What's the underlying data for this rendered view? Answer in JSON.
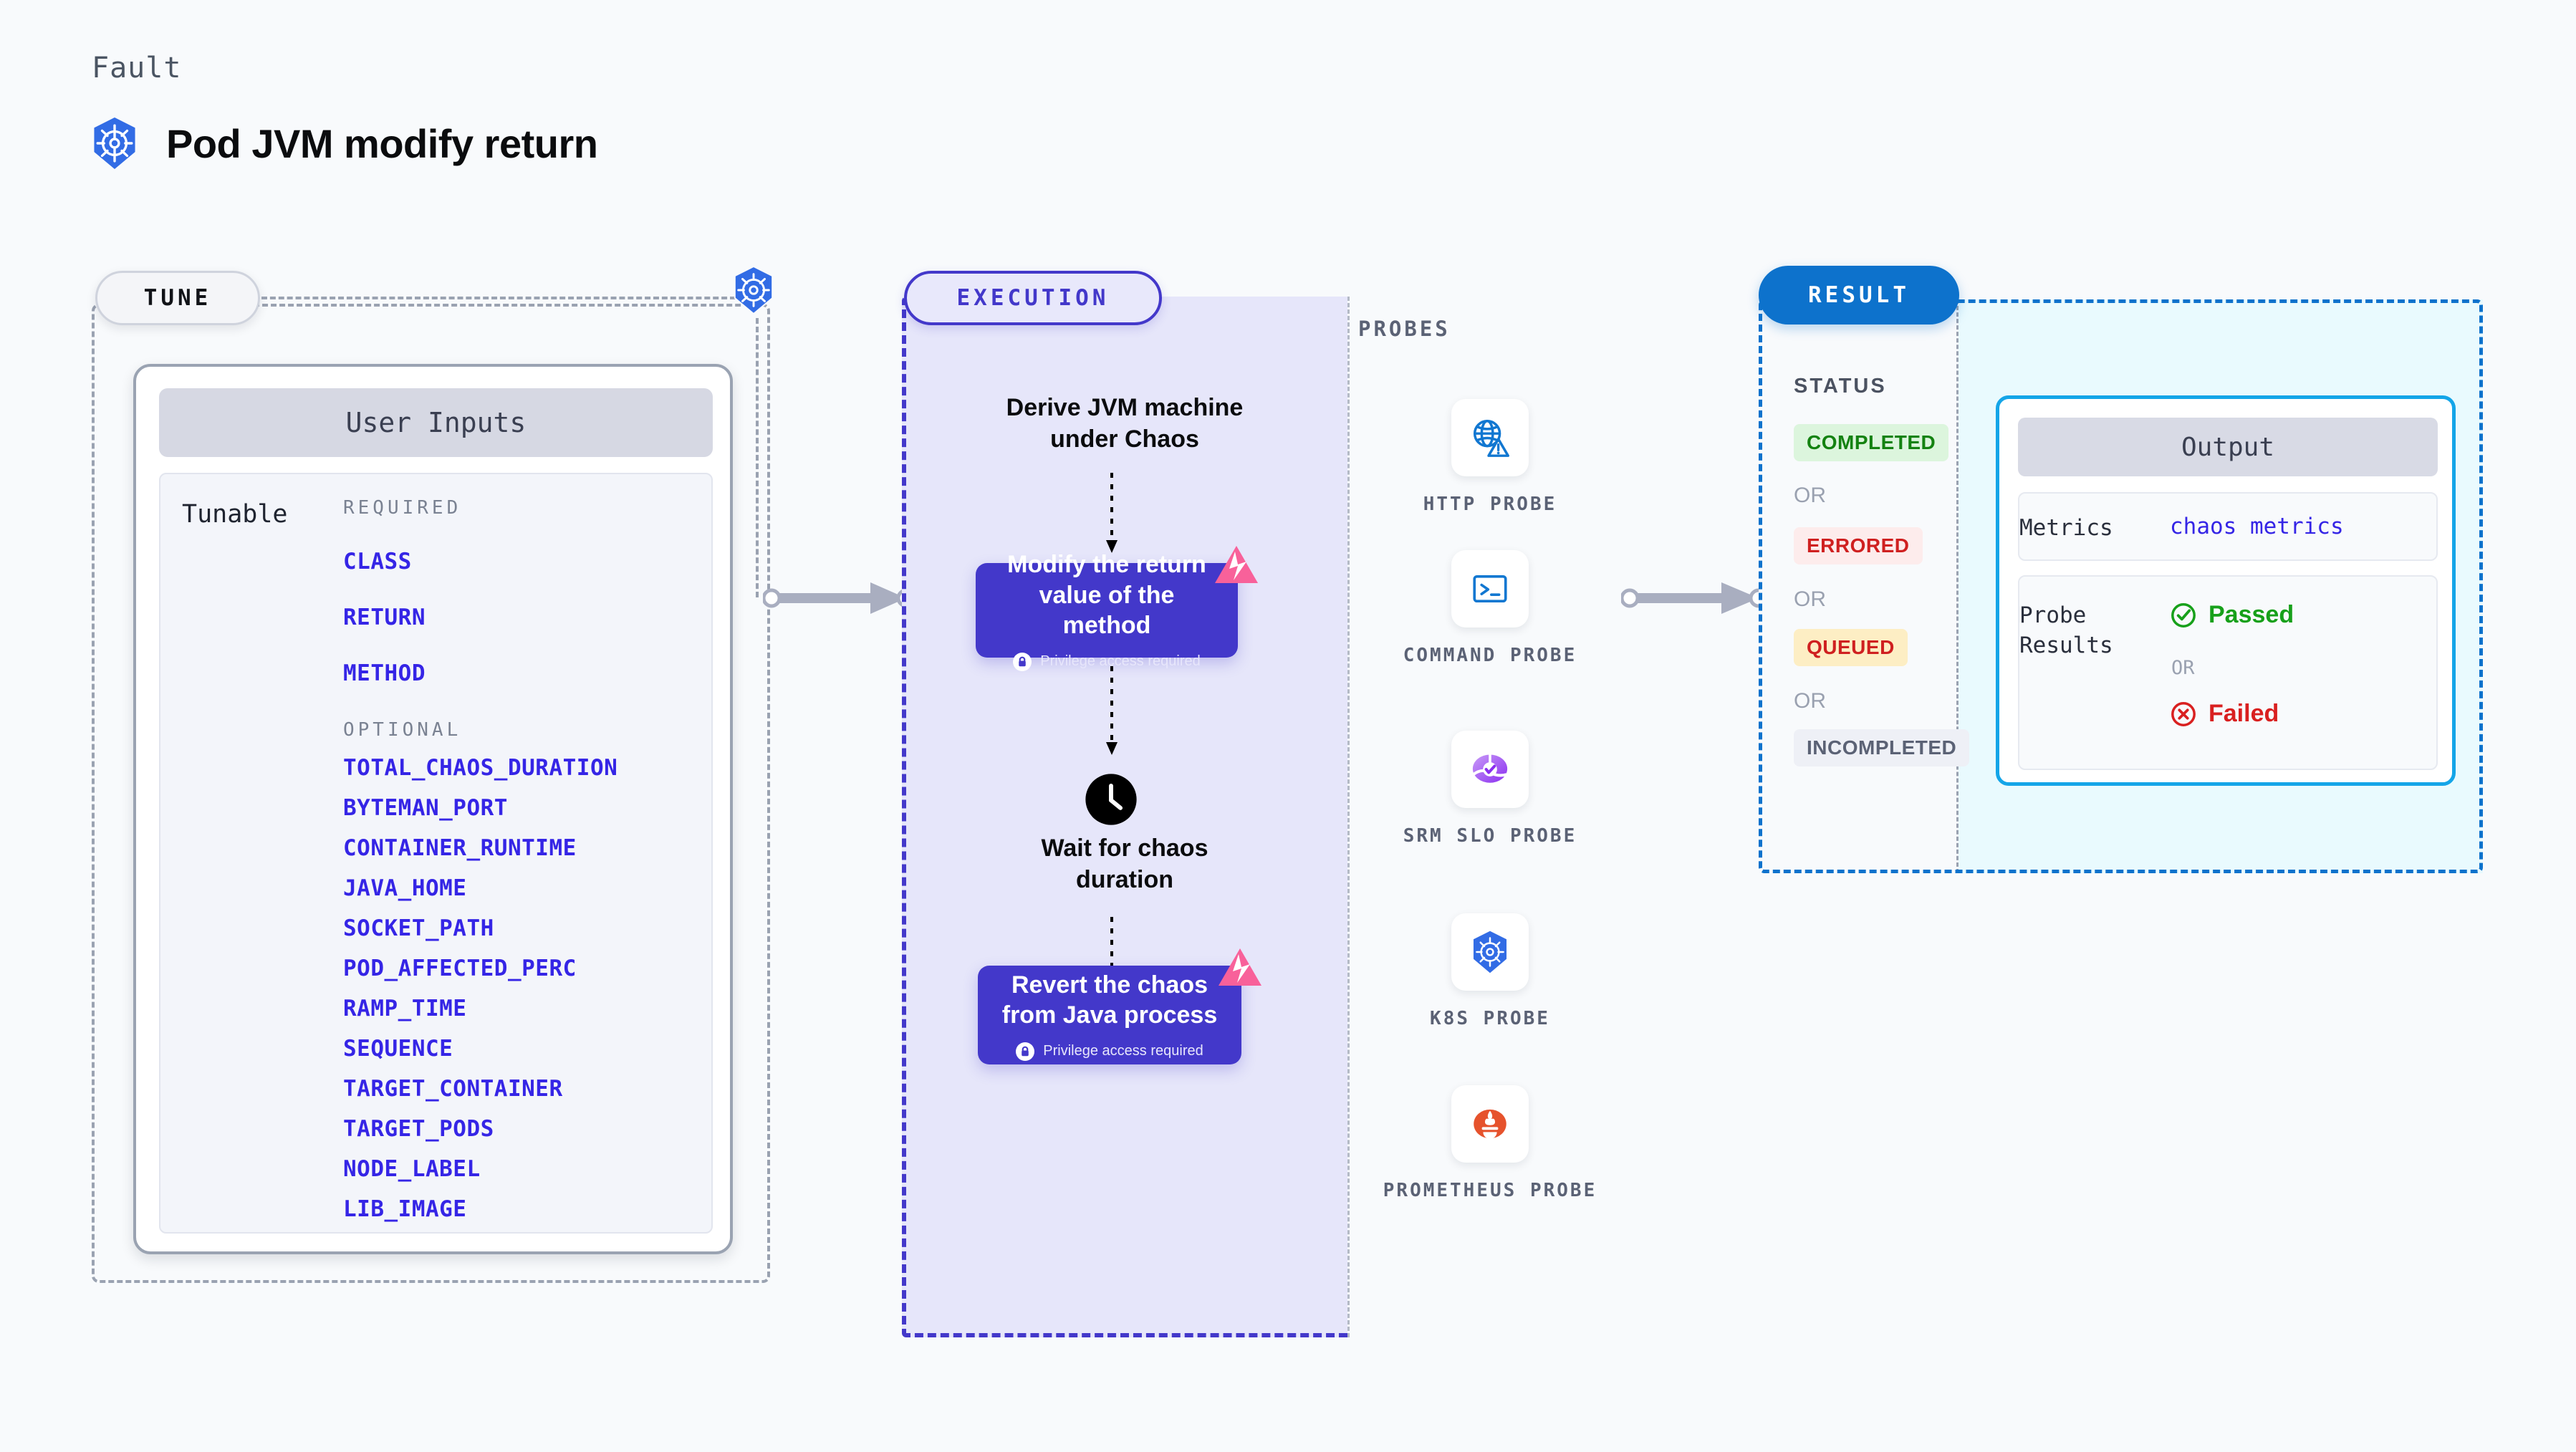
{
  "header": {
    "eyebrow": "Fault",
    "title": "Pod JVM modify return",
    "icon": "kubernetes-icon"
  },
  "tune": {
    "pill_label": "TUNE",
    "card_title": "User Inputs",
    "tunable_label": "Tunable",
    "required_title": "REQUIRED",
    "required": [
      "CLASS",
      "RETURN",
      "METHOD"
    ],
    "optional_title": "OPTIONAL",
    "optional": [
      "TOTAL_CHAOS_DURATION",
      "BYTEMAN_PORT",
      "CONTAINER_RUNTIME",
      "JAVA_HOME",
      "SOCKET_PATH",
      "POD_AFFECTED_PERC",
      "RAMP_TIME",
      "SEQUENCE",
      "TARGET_CONTAINER",
      "TARGET_PODS",
      "NODE_LABEL",
      "LIB_IMAGE"
    ]
  },
  "execution": {
    "pill_label": "EXECUTION",
    "steps": [
      {
        "kind": "text",
        "label": "Derive JVM machine\nunder Chaos"
      },
      {
        "kind": "box",
        "label": "Modify the return\nvalue of the method",
        "note": "Privilege access required",
        "badge": "litmus-chaos-icon"
      },
      {
        "kind": "clock",
        "label": "Wait for chaos\nduration",
        "icon": "clock-icon"
      },
      {
        "kind": "box",
        "label": "Revert the chaos\nfrom Java process",
        "note": "Privilege access required",
        "badge": "litmus-chaos-icon"
      }
    ]
  },
  "probes": {
    "section_label": "PROBES",
    "items": [
      {
        "name": "HTTP PROBE",
        "icon": "globe-warning-icon"
      },
      {
        "name": "COMMAND PROBE",
        "icon": "terminal-icon"
      },
      {
        "name": "SRM SLO PROBE",
        "icon": "srm-slo-icon"
      },
      {
        "name": "K8S PROBE",
        "icon": "kubernetes-icon"
      },
      {
        "name": "PROMETHEUS PROBE",
        "icon": "prometheus-icon"
      }
    ]
  },
  "result": {
    "pill_label": "RESULT",
    "status_label": "STATUS",
    "or_label": "OR",
    "statuses": [
      {
        "label": "COMPLETED",
        "bg": "#dcf5dd",
        "fg": "#148211"
      },
      {
        "label": "ERRORED",
        "bg": "#fdecec",
        "fg": "#cf2020"
      },
      {
        "label": "QUEUED",
        "bg": "#fdeec4",
        "fg": "#cf2020"
      },
      {
        "label": "INCOMPLETED",
        "bg": "#eef0f6",
        "fg": "#5b6275"
      }
    ],
    "output": {
      "title": "Output",
      "metrics_key": "Metrics",
      "metrics_value": "chaos metrics",
      "probe_key": "Probe\nResults",
      "passed": "Passed",
      "or": "OR",
      "failed": "Failed"
    }
  },
  "colors": {
    "indigo": "#4338ca",
    "blue": "#0d72cc",
    "cyan": "#14a5e8",
    "param_blue": "#3525e6",
    "pink": "#ff6699",
    "k8s_blue": "#326ce5"
  }
}
